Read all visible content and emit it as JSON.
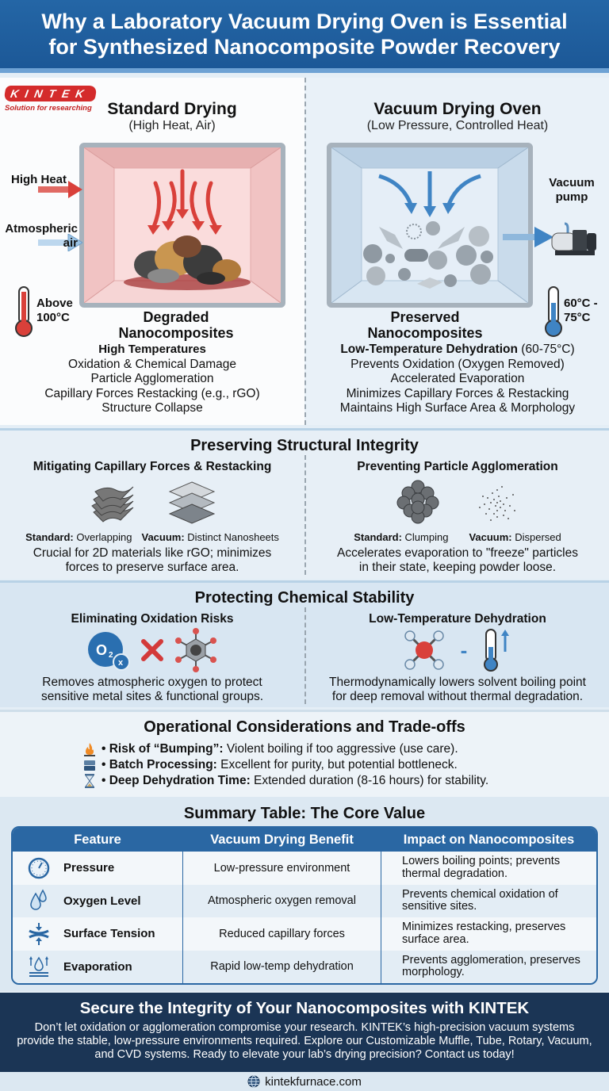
{
  "header": {
    "title_line1": "Why a Laboratory Vacuum Drying Oven is Essential",
    "title_line2": "for Synthesized Nanocomposite Powder Recovery"
  },
  "logo": {
    "brand": "KINTEK",
    "tagline": "Solution for researching",
    "brand_color": "#d42b2b"
  },
  "standard": {
    "title": "Standard Drying",
    "subtitle": "(High Heat, Air)",
    "label_heat": "High Heat",
    "label_air_1": "Atmospheric",
    "label_air_2": "air",
    "temp_1": "Above",
    "temp_2": "100°C",
    "result_1": "Degraded",
    "result_2": "Nanocomposites",
    "bullets": [
      "High Temperatures",
      "Oxidation & Chemical Damage",
      "Particle Agglomeration",
      "Capillary Forces Restacking (e.g., rGO)",
      "Structure Collapse"
    ]
  },
  "vacuum": {
    "title": "Vacuum Drying Oven",
    "subtitle": "(Low Pressure, Controlled Heat)",
    "pump_1": "Vacuum",
    "pump_2": "pump",
    "temp_1": "60°C -",
    "temp_2": "75°C",
    "result_1": "Preserved",
    "result_2": "Nanocomposites",
    "bullet_lead_bold": "Low-Temperature Dehydration",
    "bullet_lead_rest": " (60-75°C)",
    "bullets": [
      "Prevents Oxidation (Oxygen Removed)",
      "Accelerated Evaporation",
      "Minimizes Capillary Forces & Restacking",
      "Maintains High Surface Area & Morphology"
    ]
  },
  "structural": {
    "title": "Preserving Structural Integrity",
    "left": {
      "heading": "Mitigating Capillary Forces & Restacking",
      "cap1_bold": "Standard:",
      "cap1_rest": " Overlapping",
      "cap2_bold": "Vacuum:",
      "cap2_rest": " Distinct Nanosheets",
      "desc_1": "Crucial for 2D materials like rGO; minimizes",
      "desc_2": "forces to preserve surface area."
    },
    "right": {
      "heading": "Preventing Particle Agglomeration",
      "cap1_bold": "Standard:",
      "cap1_rest": " Clumping",
      "cap2_bold": "Vacuum:",
      "cap2_rest": " Dispersed",
      "desc_1": "Accelerates evaporation to \"freeze\" particles",
      "desc_2": "in their state, keeping powder loose."
    }
  },
  "chemical": {
    "title": "Protecting Chemical Stability",
    "left": {
      "heading": "Eliminating Oxidation Risks",
      "o2_label": "O₂",
      "x_label": "x",
      "desc_1": "Removes atmospheric oxygen to protect",
      "desc_2": "sensitive metal sites & functional groups."
    },
    "right": {
      "heading": "Low-Temperature Dehydration",
      "minus": "-",
      "desc_1": "Thermodynamically lowers solvent boiling point",
      "desc_2": "for deep removal without thermal degradation."
    }
  },
  "operational": {
    "title": "Operational Considerations and Trade-offs",
    "items": [
      {
        "icon": "fire-icon",
        "bold": "• Risk of “Bumping”:",
        "rest": " Violent boiling if too aggressive (use care)."
      },
      {
        "icon": "batch-icon",
        "bold": "• Batch Processing:",
        "rest": " Excellent for purity, but potential bottleneck."
      },
      {
        "icon": "hourglass-icon",
        "bold": "• Deep Dehydration Time:",
        "rest": " Extended duration (8-16 hours) for stability."
      }
    ]
  },
  "summary": {
    "title": "Summary Table: The Core Value",
    "columns": [
      "Feature",
      "Vacuum Drying Benefit",
      "Impact on Nanocomposites"
    ],
    "rows": [
      {
        "icon": "gauge-icon",
        "feature": "Pressure",
        "benefit": "Low-pressure environment",
        "impact": "Lowers boiling points; prevents thermal degradation."
      },
      {
        "icon": "droplets-icon",
        "feature": "Oxygen Level",
        "benefit": "Atmospheric oxygen removal",
        "impact": "Prevents chemical oxidation of sensitive sites."
      },
      {
        "icon": "surface-tension-icon",
        "feature": "Surface Tension",
        "benefit": "Reduced capillary forces",
        "impact": "Minimizes restacking, preserves surface area."
      },
      {
        "icon": "evaporation-icon",
        "feature": "Evaporation",
        "benefit": "Rapid low-temp dehydration",
        "impact": "Prevents agglomeration, preserves morphology."
      }
    ],
    "header_color": "#2a67a3"
  },
  "cta": {
    "title": "Secure the Integrity of Your Nanocomposites with KINTEK",
    "body": "Don’t let oxidation or agglomeration compromise your research. KINTEK’s high-precision vacuum systems provide the stable, low-pressure environments required. Explore our Customizable Muffle, Tube, Rotary, Vacuum, and CVD systems. Ready to elevate your lab’s drying precision? Contact us today!",
    "bg_color": "#1b3555"
  },
  "footer": {
    "url": "kintekfurnace.com"
  },
  "colors": {
    "accent_blue": "#2466a6",
    "heat_red": "#d9403a",
    "air_blue": "#9cc3e3",
    "vacuum_arrow": "#3f84c4"
  }
}
